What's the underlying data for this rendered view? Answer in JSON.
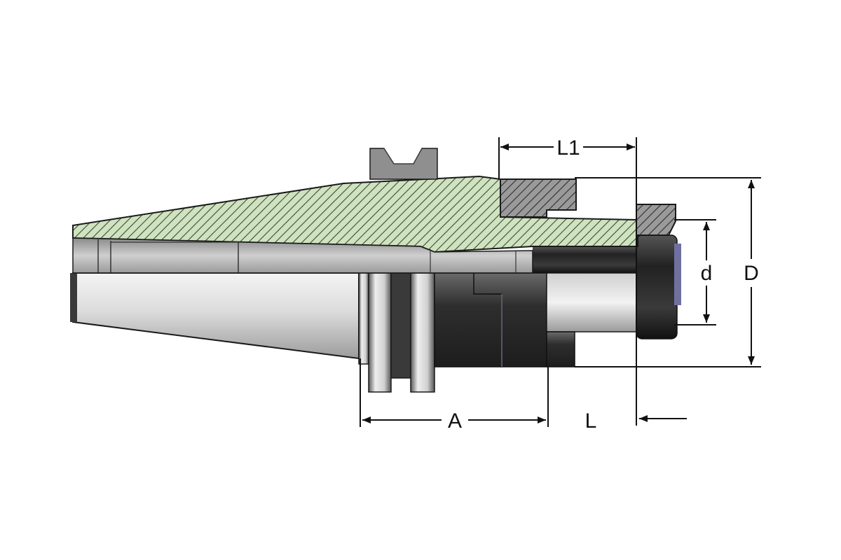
{
  "diagram": {
    "dimension_labels": {
      "L1": "L1",
      "d": "d",
      "D": "D",
      "A": "A",
      "L": "L"
    },
    "colors": {
      "section_fill": "#cfe3c0",
      "hatch": "#3c4a34",
      "cutter_fill": "#8f8f8f",
      "steel_light": "#e6e6e6",
      "steel_dark": "#3a3a3a",
      "outline": "#1a1a1a",
      "dimension_line": "#111111"
    }
  }
}
